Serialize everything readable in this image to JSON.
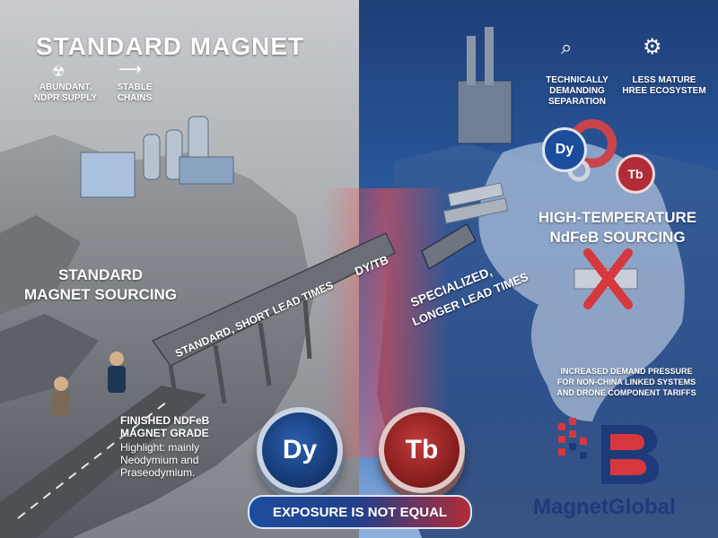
{
  "left": {
    "title": "STANDARD MAGNET",
    "supply_label": "ABUNDANT,\nNDPR SUPPLY",
    "chains_label": "STABLE\nCHAINS",
    "sourcing_label": "STANDARD\nMAGNET SOURCING",
    "road_label": "STANDARD, SHORT LEAD TIMES",
    "grade_title": "FINISHED NDFeB\nMAGNET GRADE",
    "grade_desc": "Highlight: mainly\nNeodymium and\nPraseodymium."
  },
  "right": {
    "separation_label": "TECHNICALLY\nDEMANDING\nSEPARATION",
    "ecosystem_label": "LESS MATURE\nHREE ECOSYSTEM",
    "sourcing_label": "HIGH-TEMPERATURE\nNdFeB SOURCING",
    "road_label_1": "SPECIALIZED,",
    "road_label_2": "LONGER LEAD TIMES",
    "demand_label": "INCREASED DEMAND PRESSURE\nFOR NON-CHINA LINKED SYSTEMS\nAND DRONE COMPONENT TARIFFS",
    "badge_dy": "Dy",
    "badge_tb": "Tb"
  },
  "bridge": {
    "dytb_label": "DY/TB"
  },
  "coins": {
    "dy": "Dy",
    "tb": "Tb"
  },
  "banner": {
    "text": "EXPOSURE IS NOT EQUAL"
  },
  "logo": {
    "name": "MagnetGlobal"
  },
  "colors": {
    "left_bg": "#a8abaf",
    "right_bg": "#2c5aa0",
    "dy_blue": "#1c4d9c",
    "tb_red": "#b02c36",
    "logo_navy": "#1f3a7a"
  }
}
